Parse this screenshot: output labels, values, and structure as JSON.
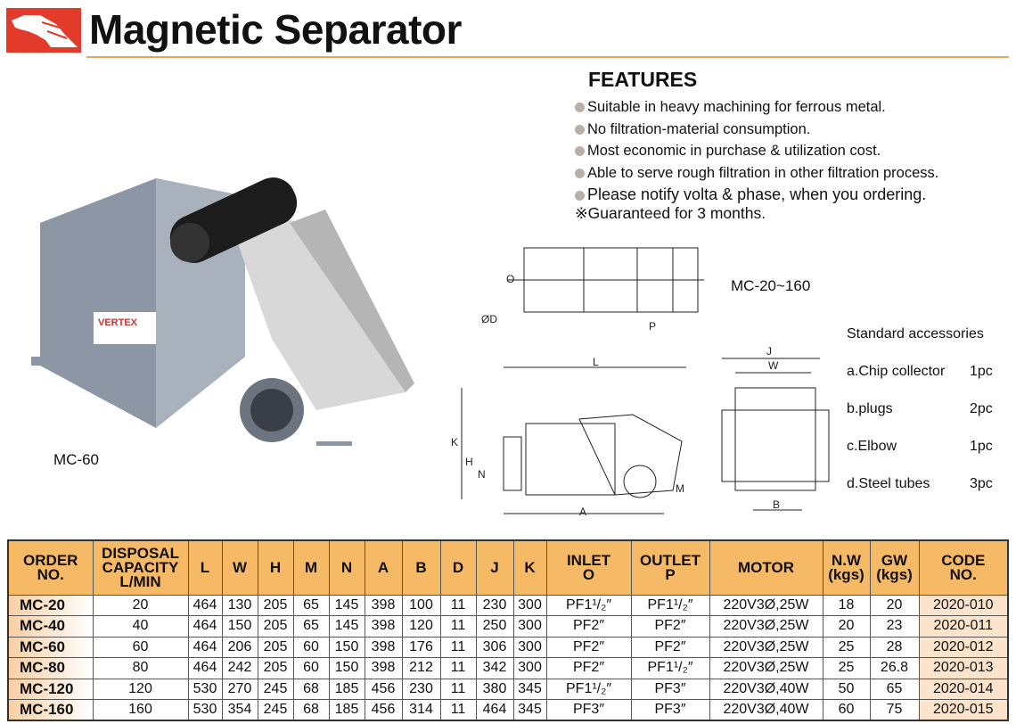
{
  "header": {
    "title": "Magnetic Separator",
    "logo": "eagle-head logo"
  },
  "features": {
    "title": "FEATURES",
    "items": [
      "Suitable in heavy machining for ferrous metal.",
      "No filtration-material consumption.",
      "Most economic in purchase & utilization cost.",
      "Able to serve rough filtration in other  filtration process.",
      "Please notify volta & phase, when you ordering."
    ],
    "note": "※Guaranteed for 3 months."
  },
  "photo": {
    "label": "MC-60",
    "nameplate": "VERTEX"
  },
  "diagram": {
    "label": "MC-20~160",
    "dims": [
      "O",
      "ØD",
      "P",
      "L",
      "J",
      "W",
      "K",
      "H",
      "N",
      "A",
      "M",
      "B"
    ]
  },
  "accessories": {
    "title": "Standard accessories",
    "items": [
      {
        "name": "a.Chip collector",
        "qty": "1pc"
      },
      {
        "name": "b.plugs",
        "qty": "2pc"
      },
      {
        "name": "c.Elbow",
        "qty": "1pc"
      },
      {
        "name": "d.Steel tubes",
        "qty": "3pc"
      }
    ]
  },
  "table": {
    "headers": [
      [
        "ORDER",
        "NO."
      ],
      [
        "DISPOSAL",
        "CAPACITY",
        "L/MIN"
      ],
      [
        "L"
      ],
      [
        "W"
      ],
      [
        "H"
      ],
      [
        "M"
      ],
      [
        "N"
      ],
      [
        "A"
      ],
      [
        "B"
      ],
      [
        "D"
      ],
      [
        "J"
      ],
      [
        "K"
      ],
      [
        "INLET",
        "O"
      ],
      [
        "OUTLET",
        "P"
      ],
      [
        "MOTOR"
      ],
      [
        "N.W",
        "(kgs)"
      ],
      [
        "GW",
        "(kgs)"
      ],
      [
        "CODE",
        "NO."
      ]
    ],
    "rows": [
      [
        "MC-20",
        "20",
        "464",
        "130",
        "205",
        "65",
        "145",
        "398",
        "100",
        "11",
        "230",
        "300",
        "PF1¹/₂″",
        "PF1¹/₂″",
        "220V3Ø,25W",
        "18",
        "20",
        "2020-010"
      ],
      [
        "MC-40",
        "40",
        "464",
        "150",
        "205",
        "65",
        "145",
        "398",
        "120",
        "11",
        "250",
        "300",
        "PF2″",
        "PF2″",
        "220V3Ø,25W",
        "20",
        "23",
        "2020-011"
      ],
      [
        "MC-60",
        "60",
        "464",
        "206",
        "205",
        "60",
        "150",
        "398",
        "176",
        "11",
        "306",
        "300",
        "PF2″",
        "PF2″",
        "220V3Ø,25W",
        "25",
        "28",
        "2020-012"
      ],
      [
        "MC-80",
        "80",
        "464",
        "242",
        "205",
        "60",
        "150",
        "398",
        "212",
        "11",
        "342",
        "300",
        "PF2″",
        "PF1¹/₂″",
        "220V3Ø,25W",
        "25",
        "26.8",
        "2020-013"
      ],
      [
        "MC-120",
        "120",
        "530",
        "270",
        "245",
        "68",
        "185",
        "456",
        "230",
        "11",
        "380",
        "345",
        "PF1¹/₂″",
        "PF3″",
        "220V3Ø,40W",
        "50",
        "65",
        "2020-014"
      ],
      [
        "MC-160",
        "160",
        "530",
        "354",
        "245",
        "68",
        "185",
        "456",
        "314",
        "11",
        "464",
        "345",
        "PF3″",
        "PF3″",
        "220V3Ø,40W",
        "60",
        "75",
        "2020-015"
      ]
    ]
  }
}
